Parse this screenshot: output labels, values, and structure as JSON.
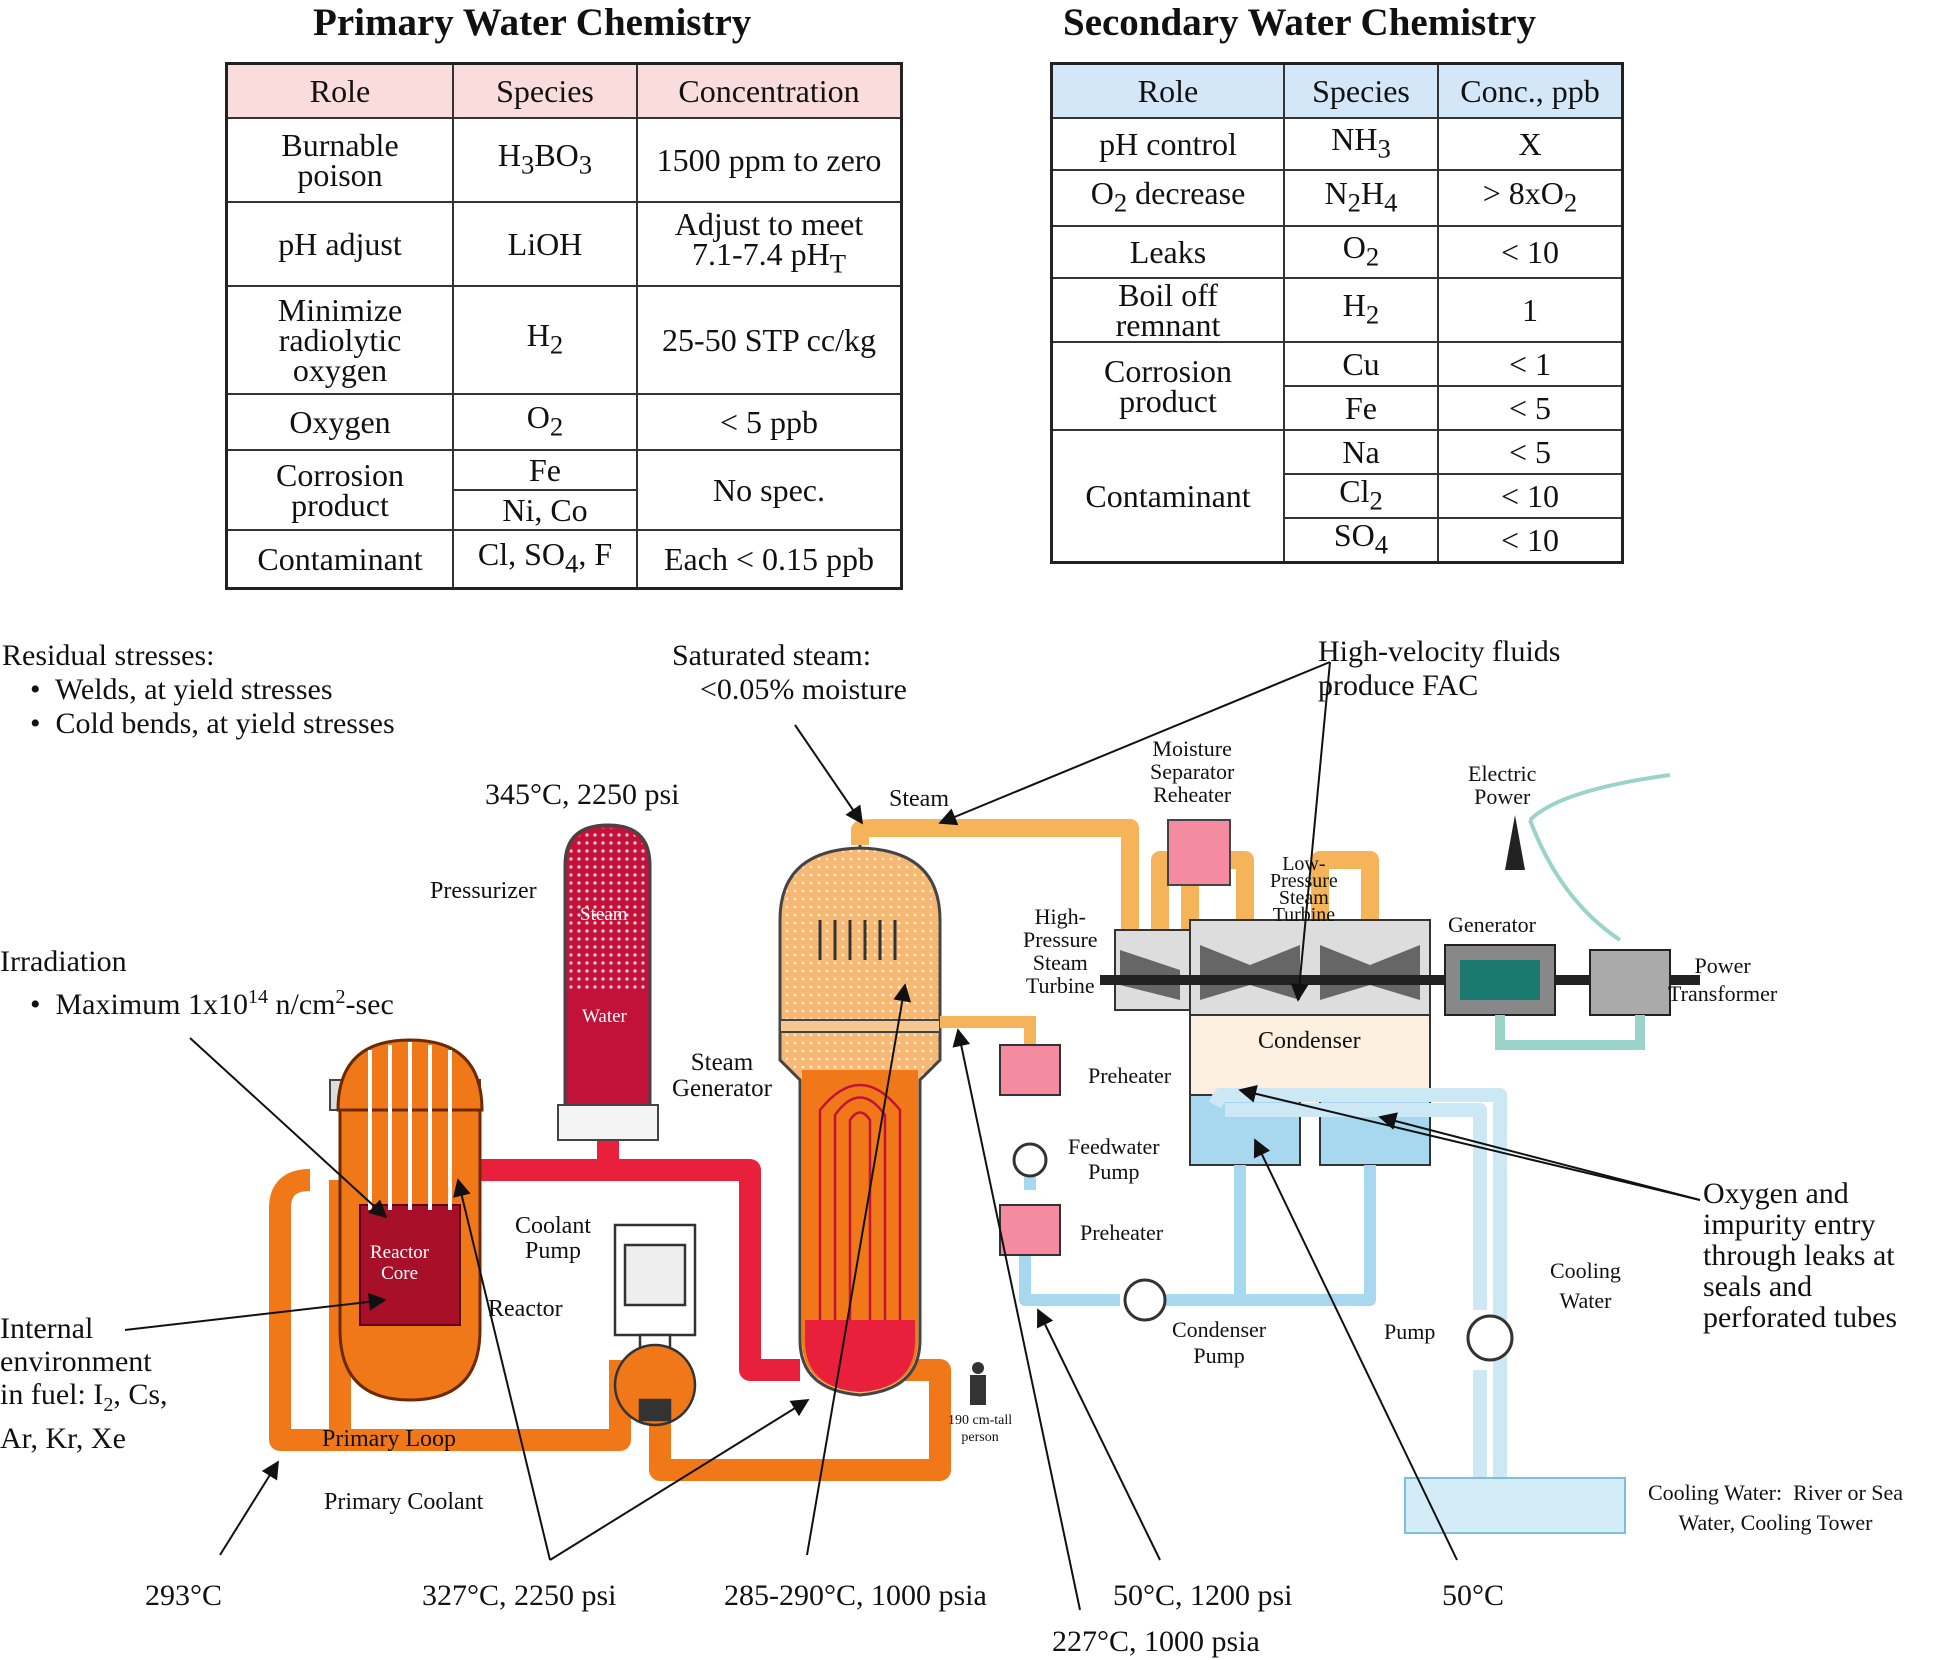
{
  "primary": {
    "title": "Primary Water Chemistry",
    "headers": [
      "Role",
      "Species",
      "Concentration"
    ],
    "rows": [
      {
        "role": "Burnable poison",
        "species": "H3BO3",
        "conc": "1500 ppm to zero"
      },
      {
        "role": "pH adjust",
        "species": "LiOH",
        "conc": "Adjust to meet 7.1-7.4 pHT"
      },
      {
        "role": "Minimize radiolytic oxygen",
        "species": "H2",
        "conc": "25-50 STP cc/kg"
      },
      {
        "role": "Oxygen",
        "species": "O2",
        "conc": "< 5 ppb"
      },
      {
        "role": "Corrosion product",
        "species": "Fe",
        "conc": "No spec."
      },
      {
        "role": "",
        "species": "Ni, Co",
        "conc": ""
      },
      {
        "role": "Contaminant",
        "species": "Cl, SO4, F",
        "conc": "Each < 0.15 ppb"
      }
    ]
  },
  "secondary": {
    "title": "Secondary Water Chemistry",
    "headers": [
      "Role",
      "Species",
      "Conc., ppb"
    ],
    "rows": [
      {
        "role": "pH control",
        "species": "NH3",
        "conc": "X"
      },
      {
        "role": "O2 decrease",
        "species": "N2H4",
        "conc": "> 8xO2"
      },
      {
        "role": "Leaks",
        "species": "O2",
        "conc": "< 10"
      },
      {
        "role": "Boil off remnant",
        "species": "H2",
        "conc": "1"
      },
      {
        "role": "Corrosion product",
        "species": "Cu",
        "conc": "< 1"
      },
      {
        "role": "",
        "species": "Fe",
        "conc": "< 5"
      },
      {
        "role": "Contaminant",
        "species": "Na",
        "conc": "< 5"
      },
      {
        "role": "",
        "species": "Cl2",
        "conc": "< 10"
      },
      {
        "role": "",
        "species": "SO4",
        "conc": "< 10"
      }
    ]
  },
  "annotations": {
    "residual_title": "Residual stresses:",
    "residual_1": "Welds, at yield stresses",
    "residual_2": "Cold bends, at yield stresses",
    "saturated_1": "Saturated steam:",
    "saturated_2": "<0.05% moisture",
    "fac_1": "High-velocity fluids",
    "fac_2": "produce FAC",
    "pressurizer_cond": "345°C, 2250 psi",
    "irradiation_title": "Irradiation",
    "irradiation_1": "Maximum 1x10^14 n/cm^2-sec",
    "internal_1": "Internal",
    "internal_2": "environment",
    "internal_3": "in fuel: I2, Cs,",
    "internal_4": "Ar, Kr, Xe",
    "oxygen_1": "Oxygen and",
    "oxygen_2": "impurity entry",
    "oxygen_3": "through leaks at",
    "oxygen_4": "seals and",
    "oxygen_5": "perforated tubes",
    "t_293": "293°C",
    "t_327": "327°C, 2250 psi",
    "t_285": "285-290°C, 1000 psia",
    "t_227": "227°C, 1000 psia",
    "t_50_1200": "50°C, 1200 psi",
    "t_50": "50°C"
  },
  "components": {
    "pressurizer": "Pressurizer",
    "steam_small": "Steam",
    "water_small": "Water",
    "steam_pipe": "Steam",
    "steam_generator": "Steam Generator",
    "reactor_core": "Reactor Core",
    "reactor": "Reactor",
    "coolant_pump": "Coolant Pump",
    "primary_loop": "Primary Loop",
    "primary_coolant": "Primary Coolant",
    "moisture_sep": "Moisture Separator Reheater",
    "hp_turbine": "High-Pressure Steam Turbine",
    "lp_turbine": "Low-Pressure Steam Turbine",
    "generator": "Generator",
    "electric_power": "Electric Power",
    "power_transformer": "Power Transformer",
    "condenser": "Condenser",
    "preheater_1": "Preheater",
    "preheater_2": "Preheater",
    "feedwater_pump": "Feedwater Pump",
    "condenser_pump": "Condenser Pump",
    "pump": "Pump",
    "cooling_water": "Cooling Water",
    "cooling_source": "Cooling Water: River or Sea Water, Cooling Tower",
    "person": "190 cm-tall person"
  },
  "colors": {
    "primary_hot": "#e8203c",
    "primary_cold": "#f07818",
    "steam": "#f5b35a",
    "feedwater": "#a8d8f0",
    "primary_header": "#fbdcdc",
    "secondary_header": "#d3e7f8"
  }
}
